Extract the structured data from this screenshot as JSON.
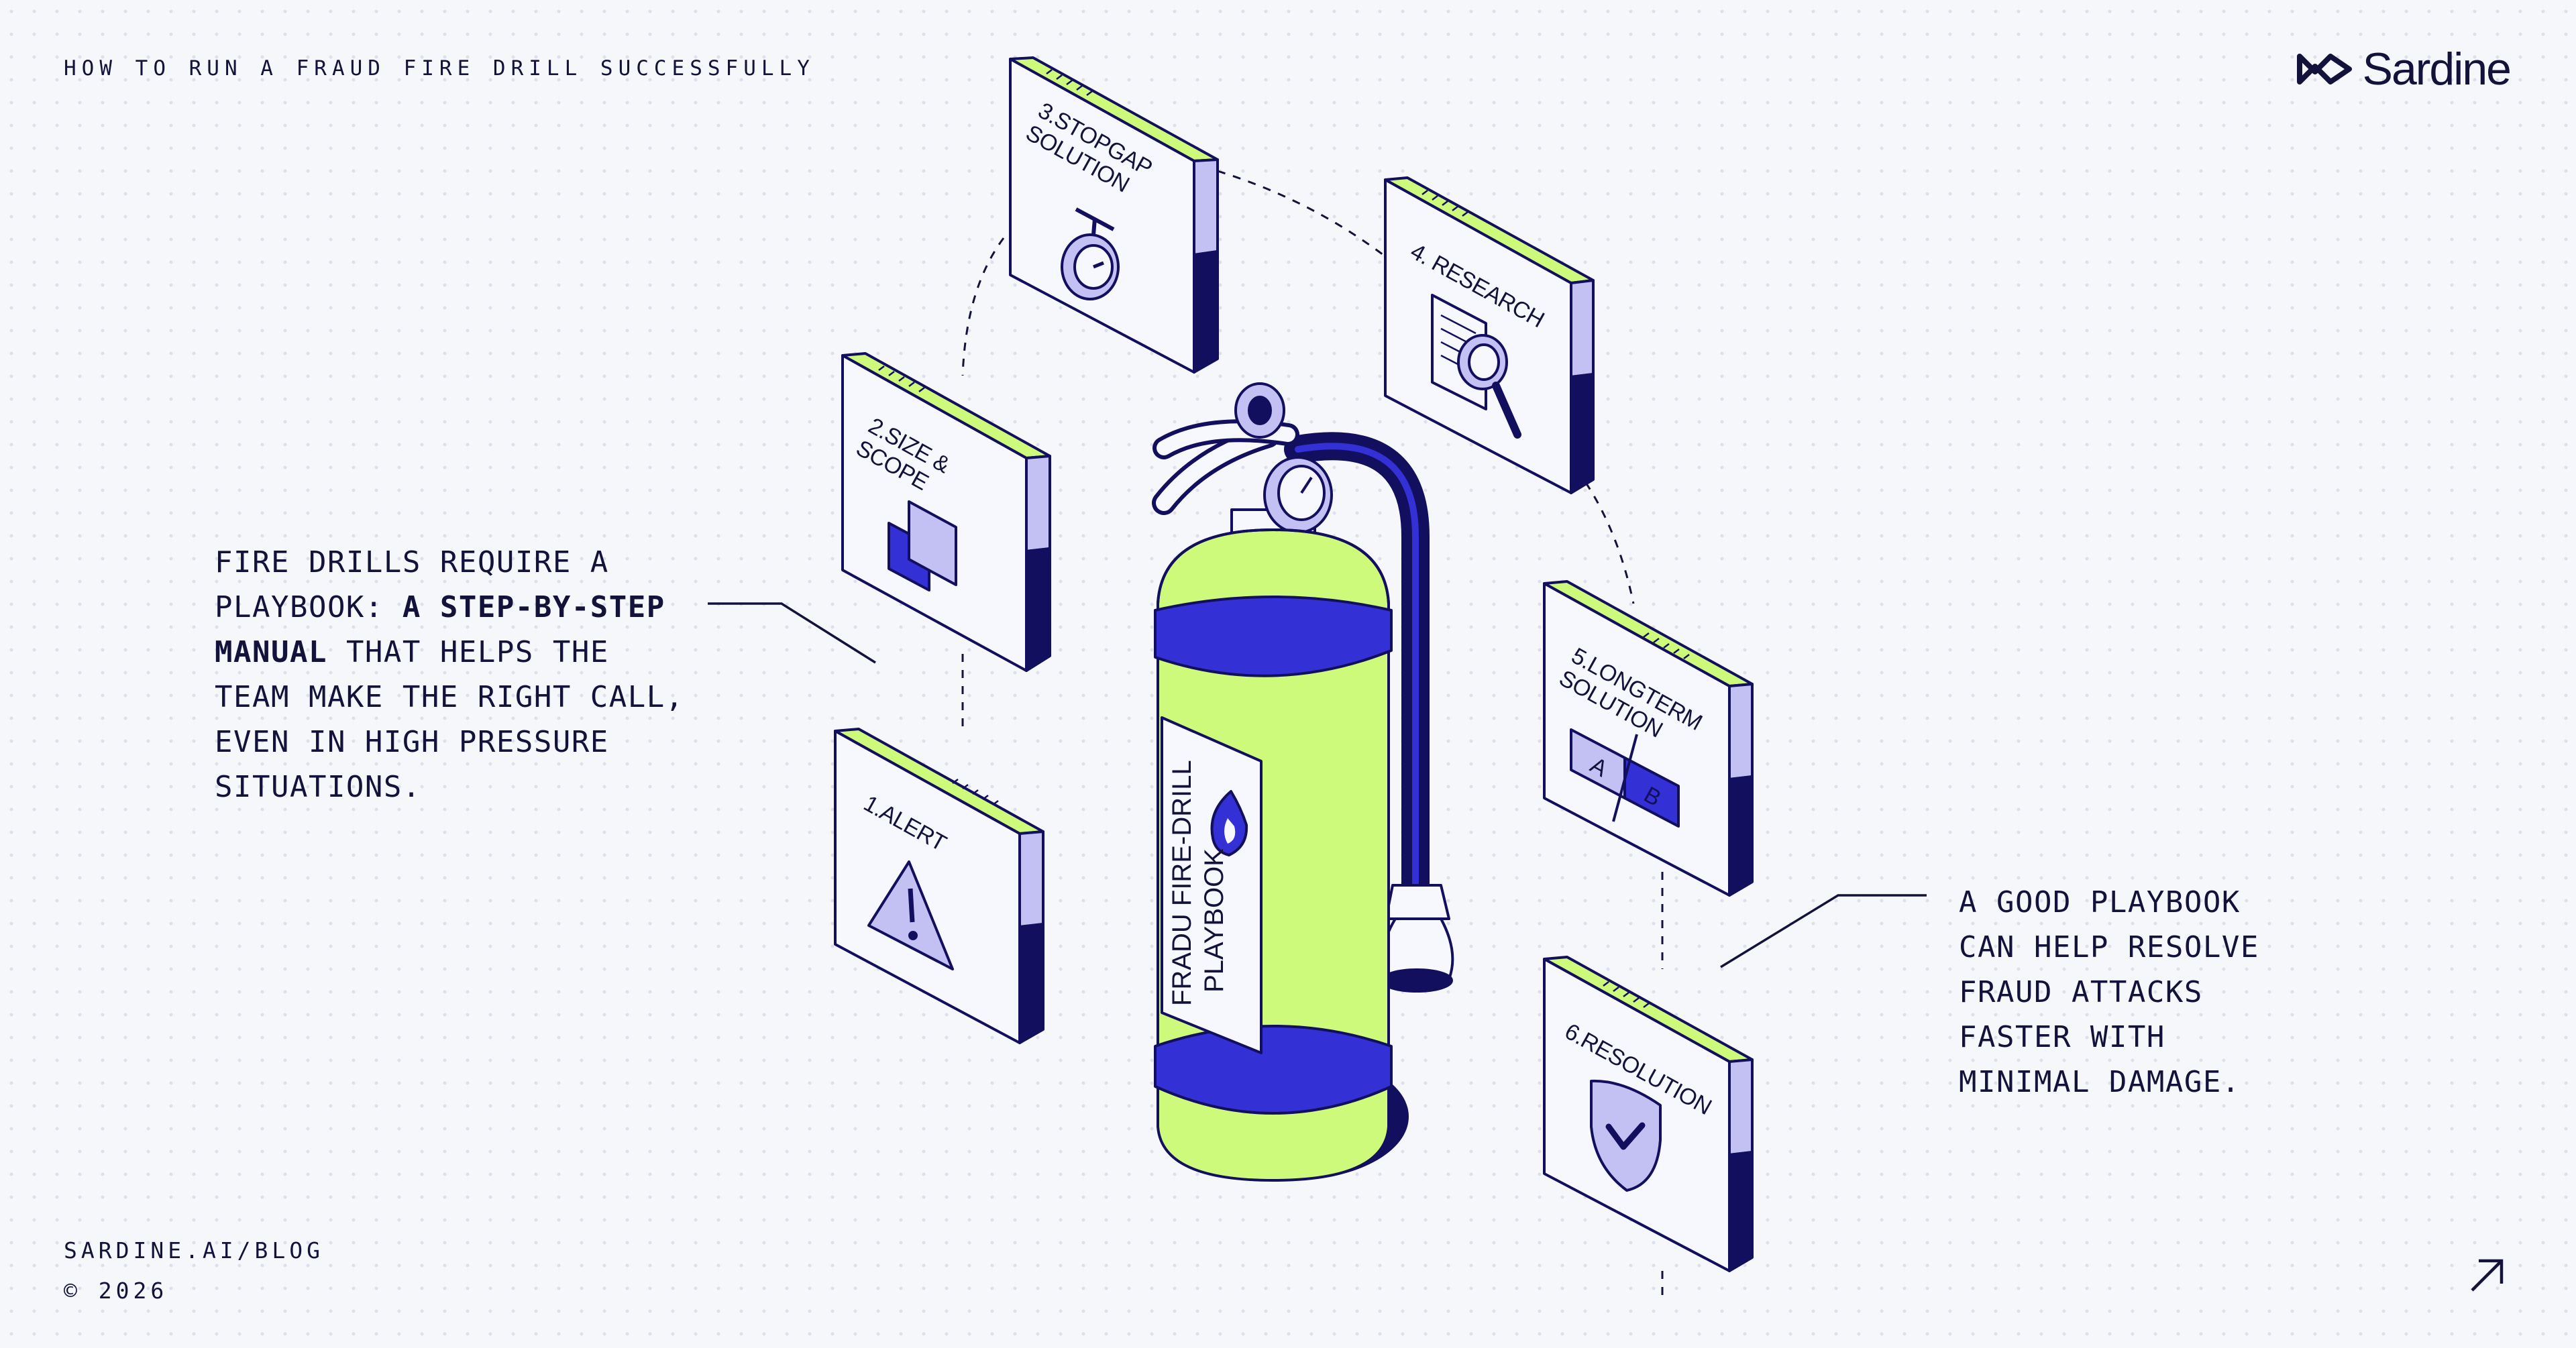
{
  "header": {
    "eyebrow": "HOW TO RUN A FRAUD FIRE DRILL SUCCESSFULLY"
  },
  "logo": {
    "wordmark": "Sardine",
    "icon": "sardine-logo-mark"
  },
  "callouts": {
    "left": {
      "line1": "FIRE DRILLS REQUIRE A",
      "line2_a": "PLAYBOOK: ",
      "line2_b": "A STEP-BY-STEP",
      "line3_a": "MANUAL",
      "line3_b": " THAT HELPS THE",
      "line4": "TEAM MAKE THE RIGHT CALL,",
      "line5": "EVEN IN HIGH PRESSURE",
      "line6": "SITUATIONS."
    },
    "right": {
      "line1": "A GOOD PLAYBOOK",
      "line2": "CAN HELP RESOLVE",
      "line3": "FRAUD ATTACKS",
      "line4": "FASTER WITH",
      "line5": "MINIMAL DAMAGE."
    }
  },
  "steps": [
    {
      "id": "alert",
      "line1": "1.ALERT",
      "line2": "",
      "icon": "warning-triangle-icon"
    },
    {
      "id": "size",
      "line1": "2.SIZE &",
      "line2": "SCOPE",
      "icon": "overlapping-squares-icon"
    },
    {
      "id": "stopgap",
      "line1": "3.STOPGAP",
      "line2": "SOLUTION",
      "icon": "stopwatch-icon"
    },
    {
      "id": "research",
      "line1": "4. RESEARCH",
      "line2": "",
      "icon": "magnifier-document-icon"
    },
    {
      "id": "longterm",
      "line1": "5.LONGTERM",
      "line2": "SOLUTION",
      "icon": "ab-test-icon"
    },
    {
      "id": "resolution",
      "line1": "6.RESOLUTION",
      "line2": "",
      "icon": "shield-check-icon"
    }
  ],
  "ab_test": {
    "a": "A",
    "b": "B"
  },
  "extinguisher": {
    "label_line1": "FRADU FIRE-DRILL",
    "label_line2": "PLAYBOOK",
    "icon": "flame-icon"
  },
  "footer": {
    "url": "SARDINE.AI/BLOG",
    "copyright": "© 2026"
  },
  "corner": {
    "icon": "arrow-up-right-icon"
  },
  "colors": {
    "lime": "#cdfa7a",
    "lavender": "#c3c1f3",
    "navy": "#12105e",
    "blue": "#3331d6",
    "ink": "#12123a",
    "face": "#f7f8fd"
  }
}
